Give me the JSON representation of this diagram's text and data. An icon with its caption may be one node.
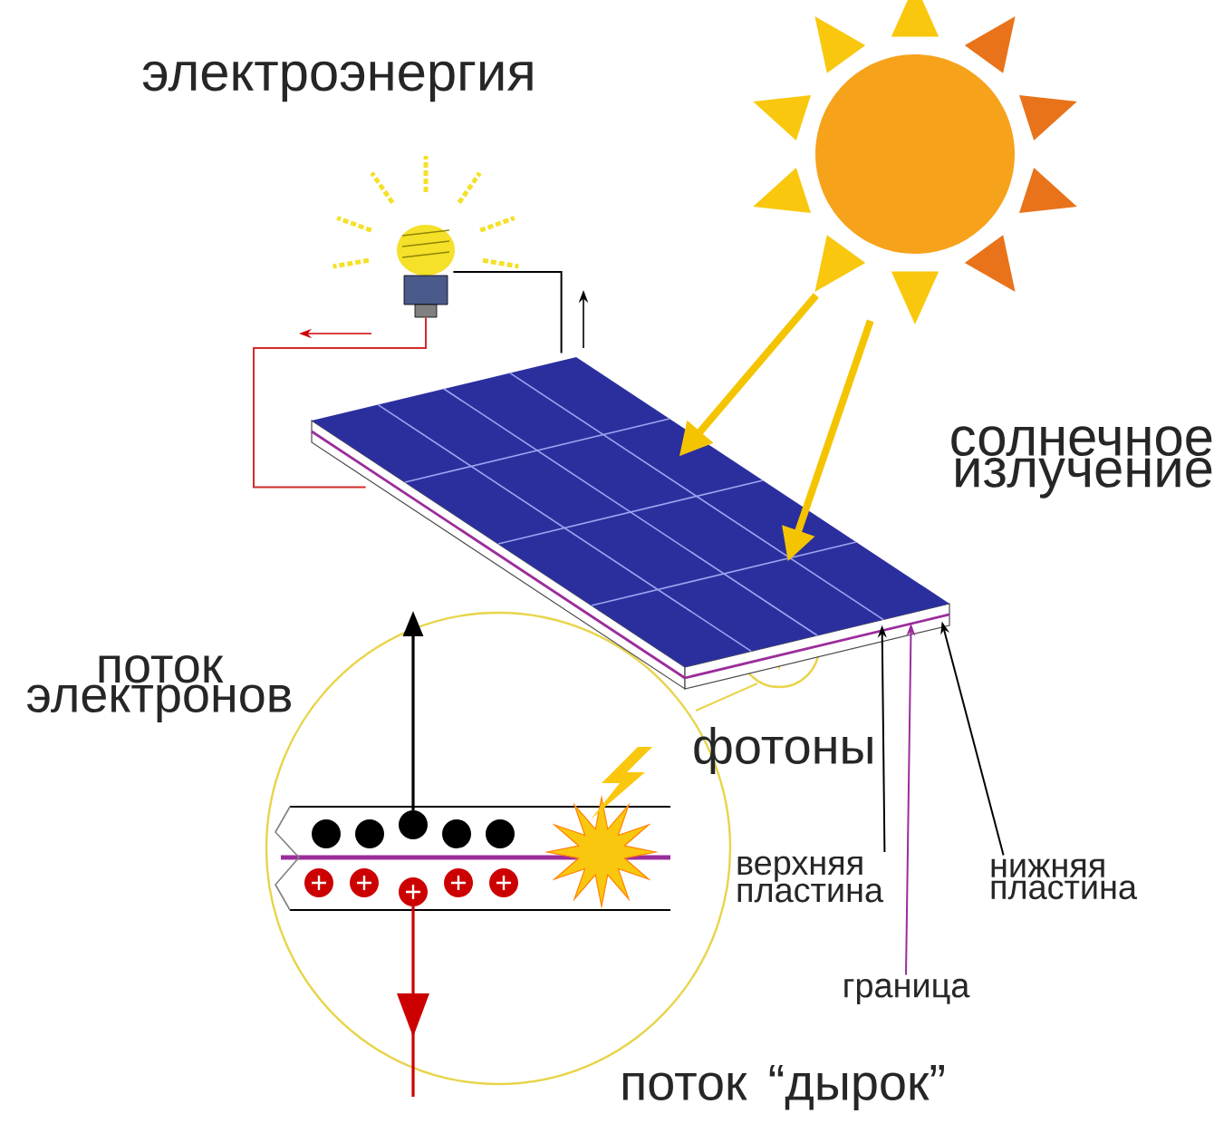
{
  "diagram": {
    "nodes": [
      {
        "text": [],
        "shape": "picture"
      },
      {
        "text": [],
        "shape": "picture"
      },
      {
        "text": [],
        "shape": "picture"
      },
      {
        "text": [
          "верхняя пластина"
        ]
      },
      {
        "text": [
          "граница"
        ]
      },
      {
        "text": [
          "нижняя пластина"
        ]
      }
    ],
    "edges": [
      {
        "from": 0,
        "to": 1,
        "arrow": "to",
        "style": "thick",
        "color": "#f5c400"
      },
      {
        "from": 0,
        "to": 1,
        "arrow": "to",
        "style": "thick",
        "color": "#f5c400"
      },
      {
        "from": 1,
        "to": 2,
        "arrow": "none"
      },
      {
        "from": 2,
        "to": 1,
        "arrow": "none",
        "color": "#d42a2a"
      },
      {
        "from": 3,
        "to": 1,
        "arrow": "to"
      },
      {
        "from": 4,
        "to": 1,
        "arrow": "to",
        "color": "#9b2d9b"
      },
      {
        "from": 5,
        "to": 1,
        "arrow": "to"
      }
    ],
    "labels": [
      "электроэнергия",
      "солнечное излучение",
      "поток электронов",
      "фотоны",
      "поток “дырок”"
    ]
  }
}
